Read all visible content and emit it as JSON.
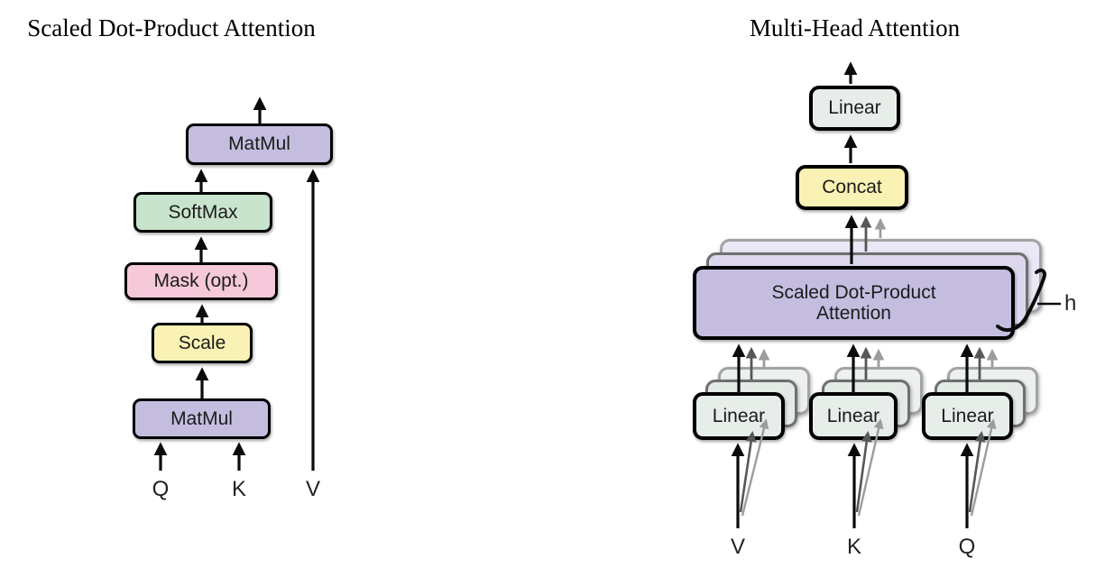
{
  "figure": {
    "left": {
      "title": "Scaled Dot-Product Attention",
      "boxes": {
        "matmul_top": "MatMul",
        "softmax": "SoftMax",
        "mask": "Mask (opt.)",
        "scale": "Scale",
        "matmul_bottom": "MatMul"
      },
      "inputs": {
        "q": "Q",
        "k": "K",
        "v": "V"
      }
    },
    "right": {
      "title": "Multi-Head Attention",
      "boxes": {
        "linear_out": "Linear",
        "concat": "Concat",
        "attention_line1": "Scaled Dot-Product",
        "attention_line2": "Attention",
        "linear_v": "Linear",
        "linear_k": "Linear",
        "linear_q": "Linear"
      },
      "inputs": {
        "v": "V",
        "k": "K",
        "q": "Q"
      },
      "head_count_label": "h"
    },
    "colors": {
      "purple": "#c5bde0",
      "green": "#c9e4cc",
      "pink": "#f5c9d9",
      "yellow": "#f9f2b4",
      "gray_green": "#e7ede9",
      "background": "#ffffff"
    }
  }
}
